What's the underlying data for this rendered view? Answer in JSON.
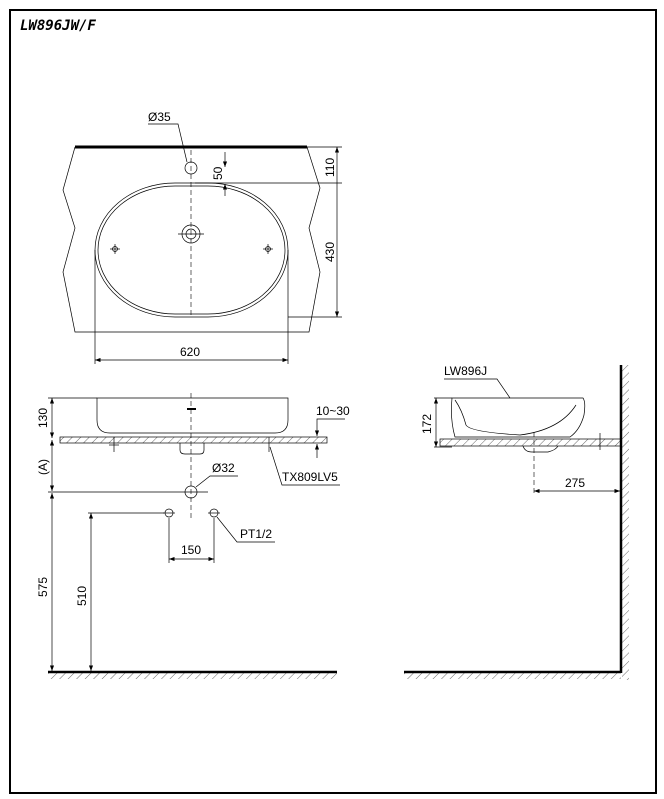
{
  "title": "LW896JW/F",
  "top_view": {
    "faucet_hole": "Ø35",
    "dim_back": "110",
    "dim_offset": "50",
    "dim_depth": "430",
    "dim_width": "620"
  },
  "front_view": {
    "dim_height": "130",
    "dim_counter": "10~30",
    "dim_a": "(A)",
    "drain": "Ø32",
    "fitting": "TX809LV5",
    "supply": "PT1/2",
    "dim_supply_spacing": "150",
    "dim_drain_height": "575",
    "dim_supply_height": "510"
  },
  "side_view": {
    "model": "LW896J",
    "dim_height": "172",
    "dim_wall": "275"
  }
}
